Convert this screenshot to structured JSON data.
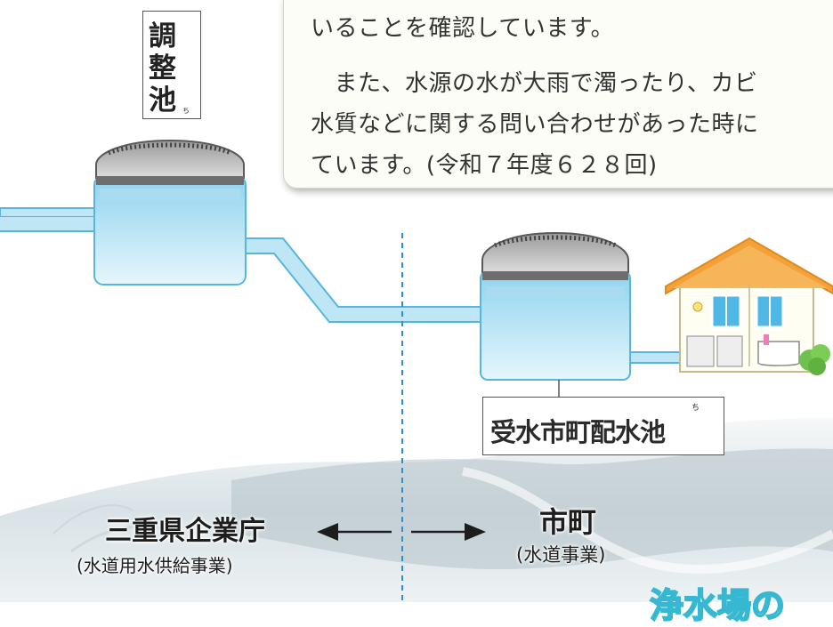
{
  "callout": {
    "line1": "いることを確認しています。",
    "line2": "　また、水源の水が大雨で濁ったり、カビ",
    "line3": "水質などに関する問い合わせがあった時に",
    "line4": "ています。(令和７年度６２８回)"
  },
  "adjustment_pond": {
    "char1": "調",
    "char2": "整",
    "char3": "池",
    "ruby": "ち"
  },
  "distribution_reservoir": {
    "label": "受水市町配水池",
    "ruby": "ち"
  },
  "prefecture": {
    "name": "三重県企業庁",
    "sub": "(水道用水供給事業)"
  },
  "municipality": {
    "name": "市町",
    "sub": "(水道事業)"
  },
  "banner": {
    "text": "浄水場の"
  },
  "colors": {
    "water": "#bfe6f5",
    "pipe_stroke": "#56b6dd",
    "tank_roof": "#8e8e8e",
    "house_roof": "#f4a13a",
    "divider": "#2f8fd0"
  }
}
